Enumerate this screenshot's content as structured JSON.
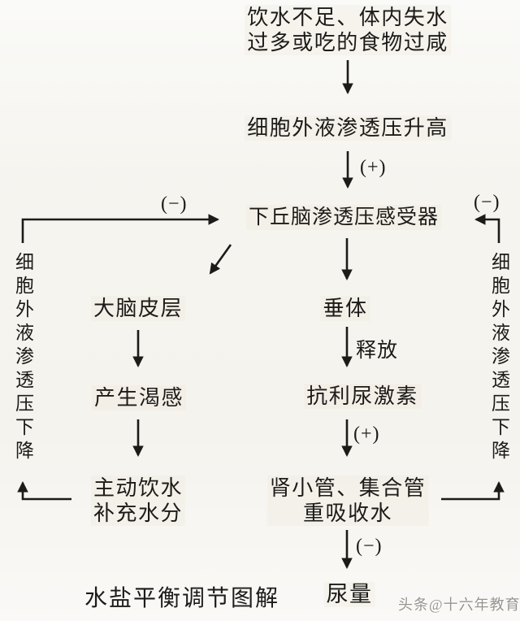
{
  "diagram": {
    "title": "水盐平衡调节图解",
    "watermark": "头条@十六年教育",
    "nodes": {
      "stimulus_line1": "饮水不足、体内失水",
      "stimulus_line2": "过多或吃的食物过咸",
      "osmotic_rise": "细胞外液渗透压升高",
      "hypothalamus": "下丘脑渗透压感受器",
      "cortex": "大脑皮层",
      "pituitary": "垂体",
      "thirst": "产生渴感",
      "adh": "抗利尿激素",
      "drink_line1": "主动饮水",
      "drink_line2": "补充水分",
      "kidney_line1": "肾小管、集合管",
      "kidney_line2": "重吸收水",
      "urine": "尿量",
      "feedback_left": "细胞外液渗透压下降",
      "feedback_right": "细胞外液渗透压下降"
    },
    "labels": {
      "plus_top": "(+)",
      "plus_adh": "(+)",
      "minus_left": "(−)",
      "minus_right": "(−)",
      "minus_urine": "(−)",
      "release": "释放"
    },
    "colors": {
      "background": "#f7f5f1",
      "ink": "#1d1b19",
      "watermark": "#98948f"
    }
  }
}
